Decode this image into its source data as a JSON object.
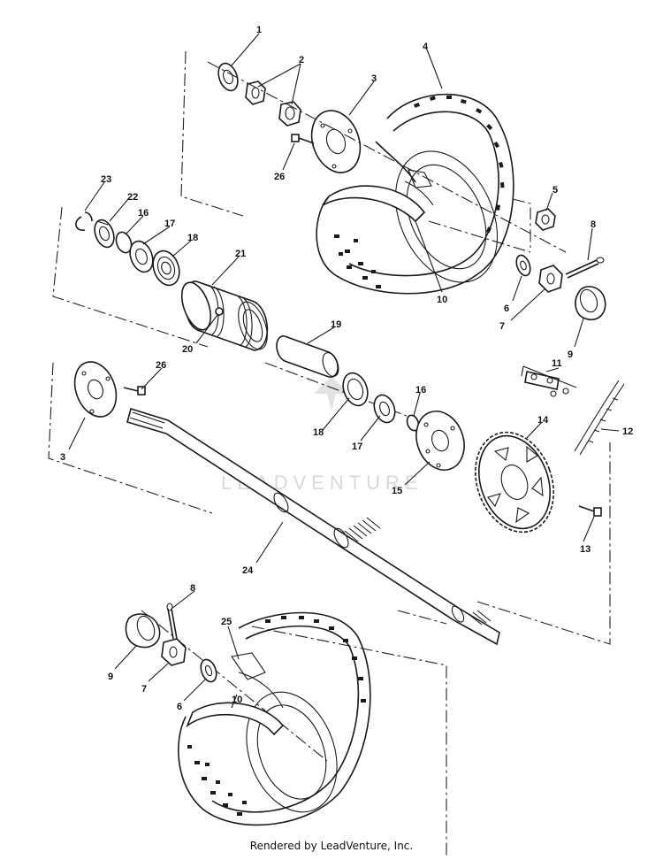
{
  "watermark": {
    "text": "LEADVENTURE"
  },
  "footer": {
    "text": "Rendered by LeadVenture, Inc."
  },
  "callouts": {
    "c1": "1",
    "c2": "2",
    "c3a": "3",
    "c3b": "3",
    "c4": "4",
    "c5": "5",
    "c6a": "6",
    "c6b": "6",
    "c7a": "7",
    "c7b": "7",
    "c8a": "8",
    "c8b": "8",
    "c9a": "9",
    "c9b": "9",
    "c10a": "10",
    "c10b": "10",
    "c11": "11",
    "c12": "12",
    "c13": "13",
    "c14": "14",
    "c15": "15",
    "c16a": "16",
    "c16b": "16",
    "c17a": "17",
    "c17b": "17",
    "c18a": "18",
    "c18b": "18",
    "c19": "19",
    "c20": "20",
    "c21": "21",
    "c22": "22",
    "c23": "23",
    "c24": "24",
    "c25": "25",
    "c26a": "26",
    "c26b": "26"
  }
}
